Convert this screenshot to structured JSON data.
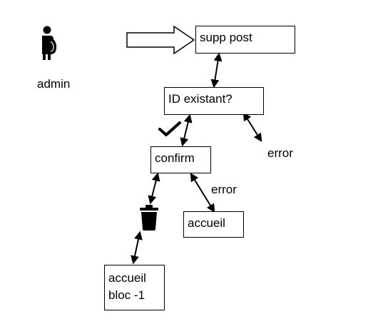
{
  "actor": {
    "label": "admin",
    "icon": "person-icon"
  },
  "nodes": {
    "supp_post": "supp post",
    "id_existant": "ID existant?",
    "confirm": "confirm",
    "accueil": "accueil",
    "accueil_bloc": {
      "line1": "accueil",
      "line2": "bloc -1"
    }
  },
  "labels": {
    "error_right": "error",
    "error_confirm": "error"
  },
  "icons": {
    "check": "check-icon",
    "trash": "trash-icon",
    "arrow": "block-arrow-icon"
  }
}
